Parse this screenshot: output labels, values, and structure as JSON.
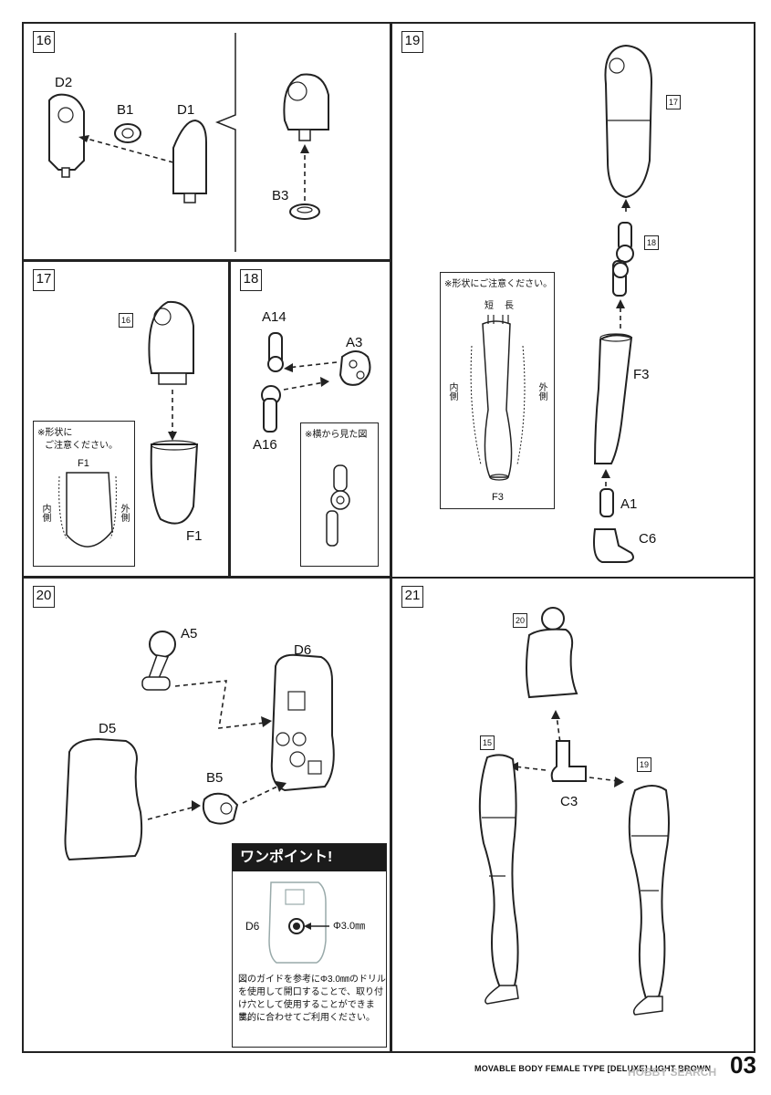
{
  "steps": {
    "s16": {
      "number": "16",
      "labels": {
        "d2": "D2",
        "b1": "B1",
        "d1": "D1",
        "b3": "B3"
      }
    },
    "s17": {
      "number": "17",
      "ref": "16",
      "labels": {
        "f1": "F1"
      },
      "note": {
        "line1": "※形状に",
        "line2": "ご注意ください。",
        "part": "F1",
        "inner": "内側",
        "outer": "外側"
      }
    },
    "s18": {
      "number": "18",
      "labels": {
        "a14": "A14",
        "a3": "A3",
        "a16": "A16"
      },
      "note": {
        "title": "※横から見た図"
      }
    },
    "s19": {
      "number": "19",
      "refs": {
        "r17": "17",
        "r18": "18"
      },
      "labels": {
        "f3": "F3",
        "a1": "A1",
        "c6": "C6"
      },
      "note": {
        "title": "※形状にご注意ください。",
        "short": "短",
        "long": "長",
        "inner": "内側",
        "outer": "外側",
        "part": "F3"
      }
    },
    "s20": {
      "number": "20",
      "labels": {
        "a5": "A5",
        "d6": "D6",
        "d5": "D5",
        "b5": "B5"
      },
      "tip": {
        "title": "ワンポイント!",
        "part": "D6",
        "diameter": "Φ3.0㎜",
        "text1": "図のガイドを参考にΦ3.0㎜のドリル",
        "text2": "を使用して開口することで、取り付",
        "text3": "け穴として使用することができます。",
        "text4": "目的に合わせてご利用ください。"
      }
    },
    "s21": {
      "number": "21",
      "refs": {
        "r20": "20",
        "r15": "15",
        "r19": "19"
      },
      "labels": {
        "c3": "C3"
      }
    }
  },
  "footer": {
    "title": "MOVABLE BODY FEMALE TYPE [DELUXE] LIGHT BROWN",
    "page": "03",
    "watermark": "HOBBY SEARCH"
  }
}
